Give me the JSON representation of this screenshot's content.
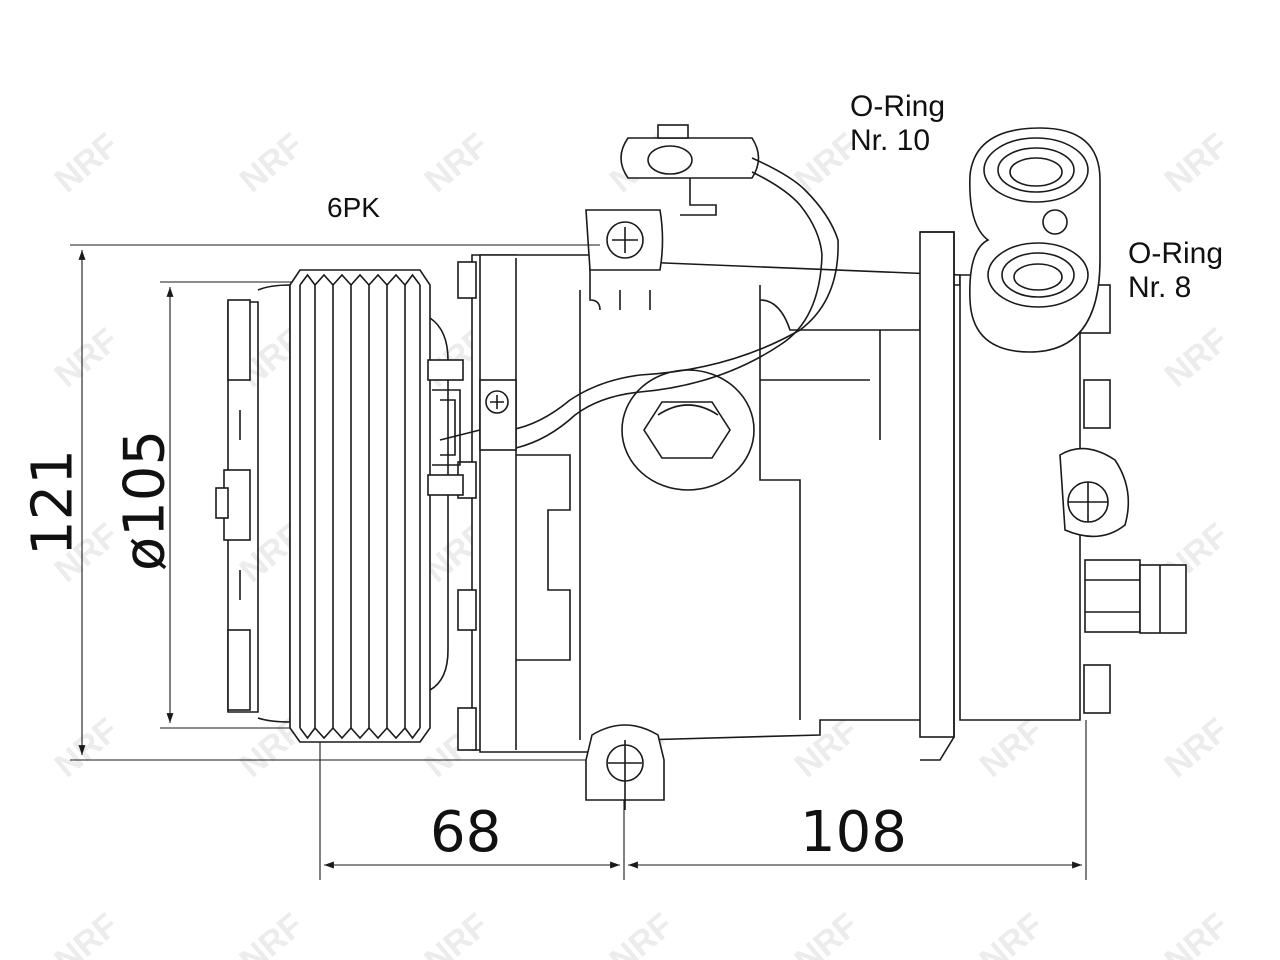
{
  "watermark": "NRF",
  "labels": {
    "belt": "6PK",
    "oring_top": "O-Ring\nNr. 10",
    "oring_right": "O-Ring\nNr. 8"
  },
  "dimensions": {
    "height_121": "121",
    "pulley_diameter": "ø105",
    "width_68": "68",
    "width_108": "108"
  }
}
